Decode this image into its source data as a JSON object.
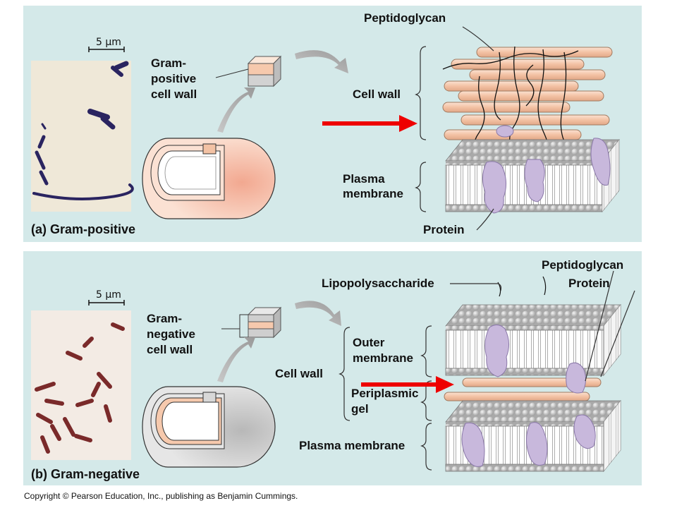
{
  "panel_a": {
    "caption": "(a) Gram-positive",
    "scale": "5 µm",
    "wall_label": [
      "Gram-",
      "positive",
      "cell wall"
    ],
    "peptidoglycan": "Peptidoglycan",
    "cell_wall": "Cell wall",
    "plasma_membrane": [
      "Plasma",
      "membrane"
    ],
    "protein": "Protein"
  },
  "panel_b": {
    "caption": "(b) Gram-negative",
    "scale": "5 µm",
    "wall_label": [
      "Gram-",
      "negative",
      "cell wall"
    ],
    "lipopolysaccharide": "Lipopolysaccharide",
    "peptidoglycan": "Peptidoglycan",
    "protein": "Protein",
    "outer_membrane": [
      "Outer",
      "membrane"
    ],
    "cell_wall": "Cell wall",
    "periplasmic_gel": [
      "Periplasmic",
      "gel"
    ],
    "plasma_membrane": "Plasma membrane"
  },
  "copyright": "Copyright © Pearson Education, Inc., publishing as Benjamin Cummings.",
  "colors": {
    "panel_bg": "#d4e9e9",
    "arrow": "#ee0000",
    "rod": "#f6c9ad",
    "protein": "#c8b8dc",
    "lipid_head": "#c8c8c8",
    "gram_positive_stain": "#2a2460",
    "gram_negative_stain": "#7a2a2a"
  }
}
